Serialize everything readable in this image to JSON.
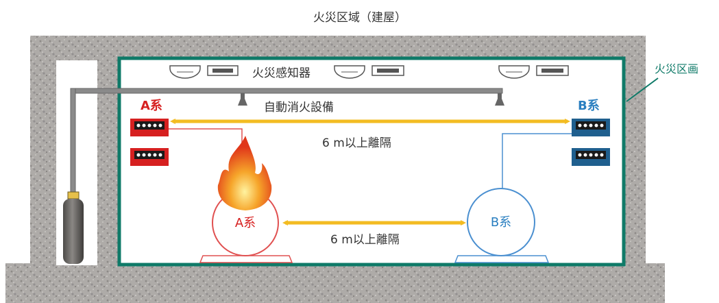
{
  "title": "火災区域（建屋）",
  "labels": {
    "fire_compartment": "火災区画",
    "fire_detector": "火災感知器",
    "auto_extinguisher": "自動消火設備",
    "separation_upper": "6 m以上離隔",
    "separation_lower": "6 m以上離隔",
    "train_a_panel": "Α系",
    "train_b_panel": "B系",
    "train_a_equipment": "Α系",
    "train_b_equipment": "B系"
  },
  "colors": {
    "compartment_border": "#0f7a68",
    "train_a": "#d62020",
    "train_b": "#2a7fc0",
    "arrow": "#f3bc22",
    "concrete": "#a9a6a3",
    "pipe": "#8a8a8a",
    "train_a_line": "#e05050",
    "train_b_line": "#4a8fd0"
  }
}
